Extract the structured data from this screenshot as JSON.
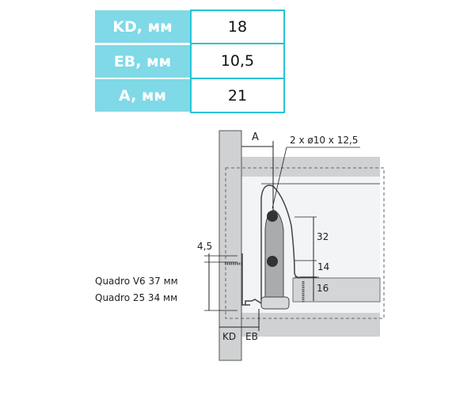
{
  "table": {
    "rows": [
      {
        "label": "KD, мм",
        "value": "18"
      },
      {
        "label": "EB, мм",
        "value": "10,5"
      },
      {
        "label": "A, мм",
        "value": "21"
      }
    ]
  },
  "diagram": {
    "label_a": "A",
    "label_dowels": "2 x ø10 x 12,5",
    "dim_32": "32",
    "dim_14": "14",
    "dim_16": "16",
    "dim_4_5": "4,5",
    "quadro_v6": "Quadro  V6  37 мм",
    "quadro_25": "Quadro 25   34 мм",
    "label_kd": "KD",
    "label_eb": "EB"
  },
  "colors": {
    "header_bg": "#7fd9e6",
    "border": "#27c3d6"
  }
}
